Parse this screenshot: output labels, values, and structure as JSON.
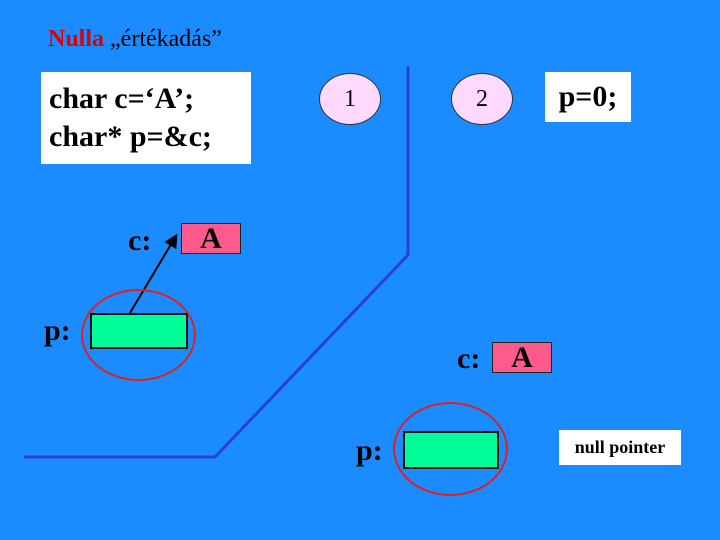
{
  "title": {
    "bold": "Nulla",
    "rest": " „értékadás”"
  },
  "code": {
    "line1": "char c=‘A’;",
    "line2": "char* p=&c;"
  },
  "steps": {
    "step1": "1",
    "step2": "2",
    "step2_code": "p=0;"
  },
  "state1": {
    "c_label": "c:",
    "c_value": "A",
    "p_label": "p:"
  },
  "state2": {
    "c_label": "c:",
    "c_value": "A",
    "p_label": "p:",
    "null_label": "null pointer"
  },
  "colors": {
    "background": "#1a8cff",
    "char_cell": "#ff5a8c",
    "pointer_cell": "#00ff99",
    "highlight_ring": "#e02020",
    "divider": "#2b3fd6",
    "badge": "#ffd9ff"
  }
}
